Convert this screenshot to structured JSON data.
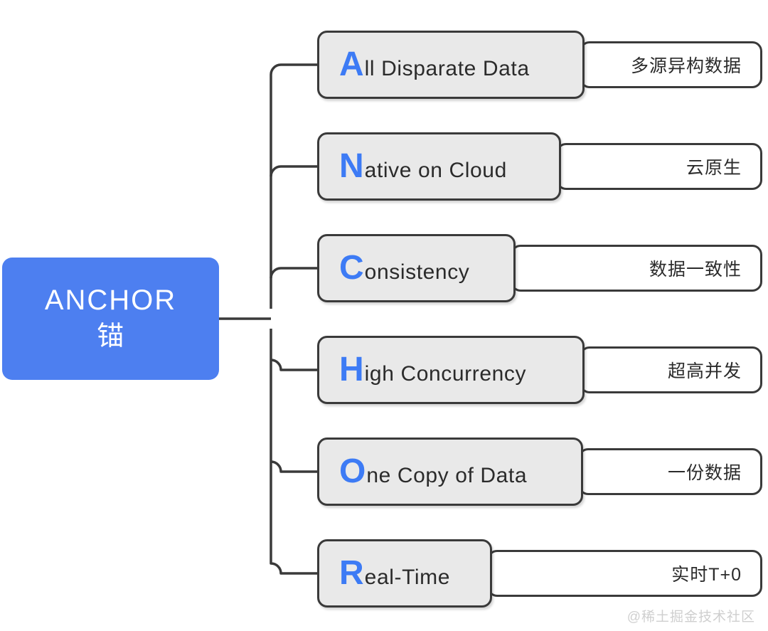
{
  "diagram": {
    "type": "mindmap",
    "colors": {
      "root_bg": "#4d7ff0",
      "root_text": "#ffffff",
      "branch_bg": "#e9e9e9",
      "branch_border": "#3a3a3a",
      "initial_letter": "#3d7bf5",
      "leaf_bg": "#ffffff",
      "connector": "#3a3a3a",
      "watermark": "#cfcfcf"
    },
    "root": {
      "title_en": "ANCHOR",
      "title_cn": "锚"
    },
    "branches": [
      {
        "initial": "A",
        "rest": "ll Disparate Data",
        "full": "All Disparate Data",
        "detail": "多源异构数据"
      },
      {
        "initial": "N",
        "rest": "ative on Cloud",
        "full": "Native on Cloud",
        "detail": "云原生"
      },
      {
        "initial": "C",
        "rest": "onsistency",
        "full": "Consistency",
        "detail": "数据一致性"
      },
      {
        "initial": "H",
        "rest": "igh Concurrency",
        "full": "High Concurrency",
        "detail": "超高并发"
      },
      {
        "initial": "O",
        "rest": "ne Copy of Data",
        "full": "One Copy of Data",
        "detail": "一份数据"
      },
      {
        "initial": "R",
        "rest": "eal-Time",
        "full": "Real-Time",
        "detail": "实时T+0"
      }
    ]
  },
  "watermark": {
    "text": "@稀土掘金技术社区"
  }
}
